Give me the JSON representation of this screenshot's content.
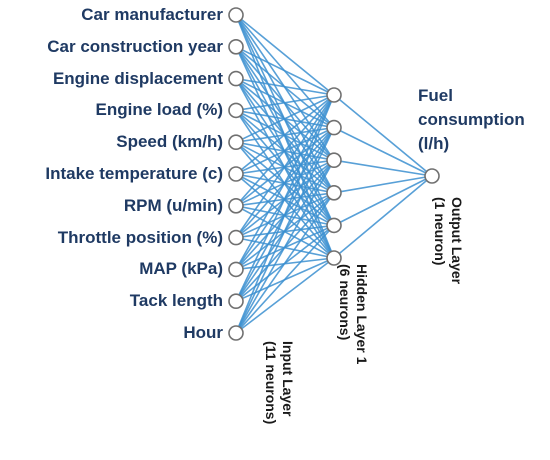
{
  "input_layer": {
    "label_line1": "Input Layer",
    "label_line2": "(11 neurons)",
    "features": [
      "Car manufacturer",
      "Car construction year",
      "Engine displacement",
      "Engine load (%)",
      "Speed (km/h)",
      "Intake temperature (c)",
      "RPM (u/min)",
      "Throttle position (%)",
      "MAP (kPa)",
      "Tack length",
      "Hour"
    ]
  },
  "hidden_layer": {
    "label_line1": "Hidden Layer 1",
    "label_line2": "(6 neurons)",
    "neuron_count": 6
  },
  "output_layer": {
    "label_line1": "Output Layer",
    "label_line2": "(1 neuron)",
    "neuron_count": 1,
    "title_line1": "Fuel",
    "title_line2": "consumption",
    "title_line3": "(l/h)"
  },
  "colors": {
    "edge": "#3b8fd0",
    "node_stroke": "#707070",
    "node_fill": "#ffffff",
    "label_text": "#1f3a63"
  }
}
